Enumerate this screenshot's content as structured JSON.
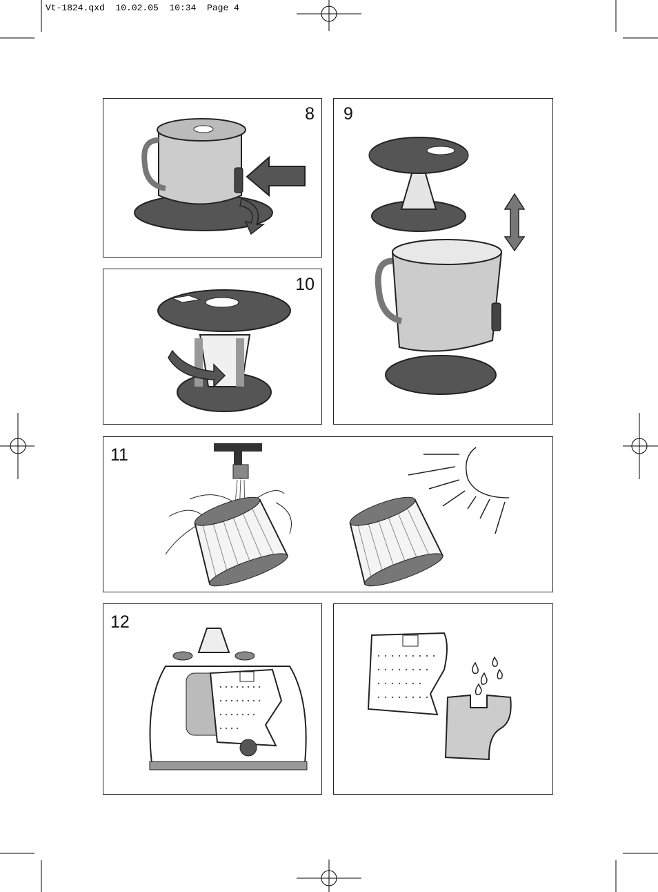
{
  "header": {
    "slug": "Vt-1824.qxd  10.02.05  10:34  Page 4"
  },
  "panels": [
    {
      "id": "p8",
      "number": "8"
    },
    {
      "id": "p9",
      "number": "9"
    },
    {
      "id": "p10",
      "number": "10"
    },
    {
      "id": "p11",
      "number": "11"
    },
    {
      "id": "p12",
      "number": "12"
    },
    {
      "id": "p13",
      "number": ""
    }
  ],
  "icons": [
    "crop-mark-icon",
    "registration-mark-icon",
    "arrow-icon",
    "sun-icon",
    "water-drop-icon"
  ]
}
